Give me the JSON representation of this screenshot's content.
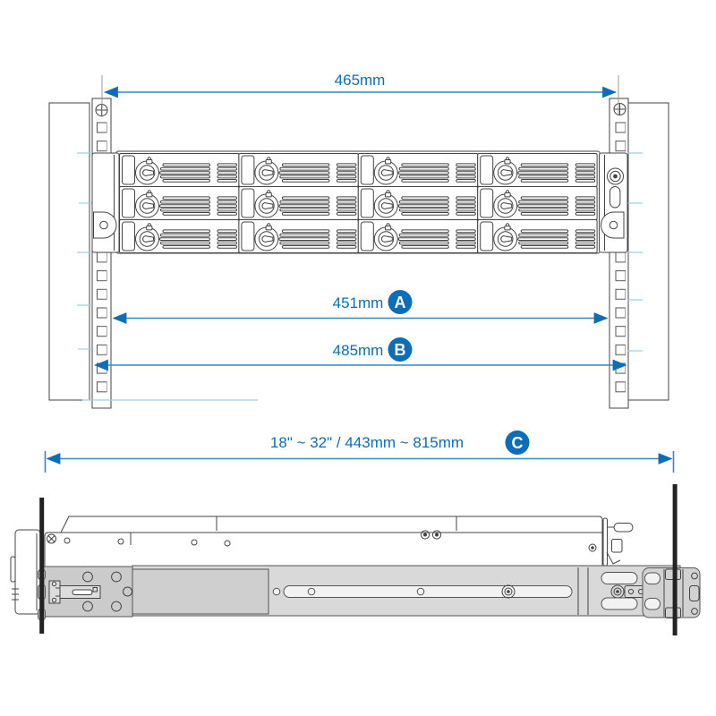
{
  "front_view": {
    "dim_top": "465mm",
    "dim_a_value": "451mm",
    "dim_a_label": "A",
    "dim_b_value": "485mm",
    "dim_b_label": "B"
  },
  "side_view": {
    "dim_c_value": "18\" ~ 32\" / 443mm ~ 815mm",
    "dim_c_label": "C"
  },
  "icons": {
    "keylock": "drive-tray-keylock-icon",
    "padlock": "lock-status-icon",
    "power": "power-button-icon",
    "led": "status-led-icon"
  },
  "colors": {
    "dimension_blue": "#0d6db7",
    "arrow_blue": "#3787c0",
    "projection_light_blue": "#a8cede",
    "line_dark": "#444444",
    "rail_gray": "#d9d9d9"
  }
}
